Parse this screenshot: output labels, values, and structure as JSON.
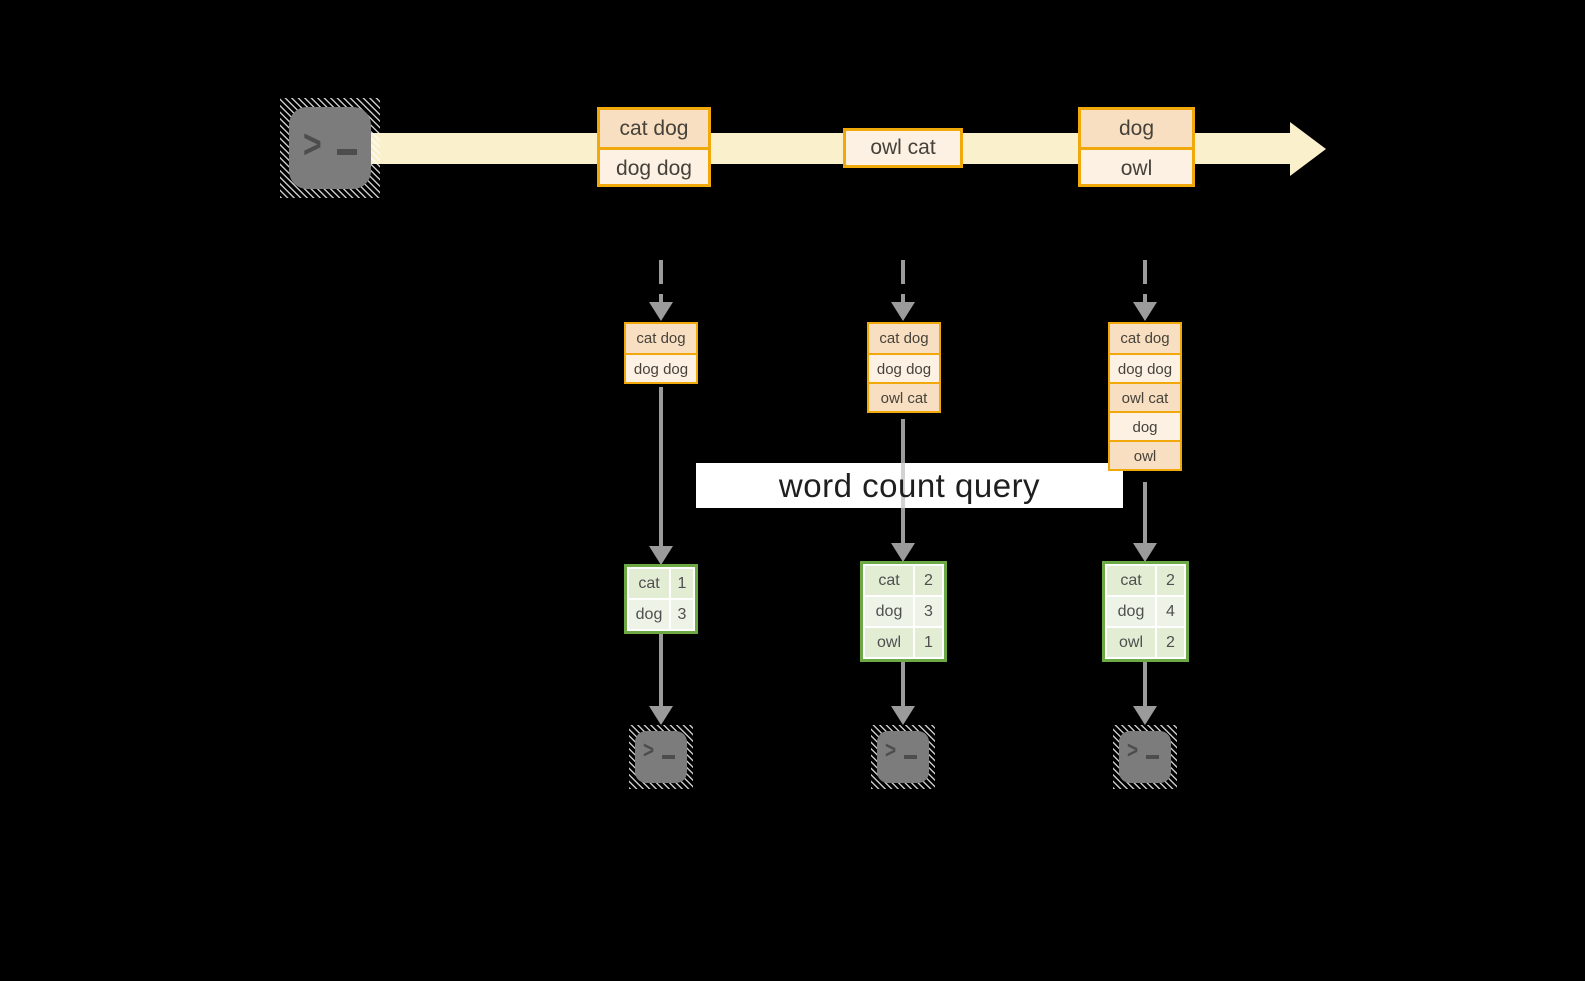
{
  "query": {
    "label": "word count query"
  },
  "stream": {
    "batches": [
      {
        "lines": [
          "cat dog",
          "dog dog"
        ]
      },
      {
        "lines": [
          "owl cat"
        ]
      },
      {
        "lines": [
          "dog",
          "owl"
        ]
      }
    ]
  },
  "columns": [
    {
      "state": [
        "cat dog",
        "dog dog"
      ],
      "counts": [
        {
          "word": "cat",
          "count": "1"
        },
        {
          "word": "dog",
          "count": "3"
        }
      ]
    },
    {
      "state": [
        "cat dog",
        "dog dog",
        "owl cat"
      ],
      "counts": [
        {
          "word": "cat",
          "count": "2"
        },
        {
          "word": "dog",
          "count": "3"
        },
        {
          "word": "owl",
          "count": "1"
        }
      ]
    },
    {
      "state": [
        "cat dog",
        "dog dog",
        "owl cat",
        "dog",
        "owl"
      ],
      "counts": [
        {
          "word": "cat",
          "count": "2"
        },
        {
          "word": "dog",
          "count": "4"
        },
        {
          "word": "owl",
          "count": "2"
        }
      ]
    }
  ],
  "icons": {
    "source": "terminal-icon",
    "sinks": [
      "terminal-icon",
      "terminal-icon",
      "terminal-icon"
    ],
    "prompt_glyph": ">",
    "cursor_glyph": "_"
  },
  "colors": {
    "background": "#000000",
    "stream_band": "#FAF0CC",
    "box_border_orange": "#F1A80A",
    "cell_peach_dark": "#F8DFC1",
    "cell_peach_light": "#FCF1E3",
    "table_border_green": "#6CA945",
    "green_cell_dark": "#E2EDD4",
    "green_cell_light": "#EDF4E7",
    "arrow_gray": "#9B9B9B",
    "query_band": "#FFFFFF"
  }
}
